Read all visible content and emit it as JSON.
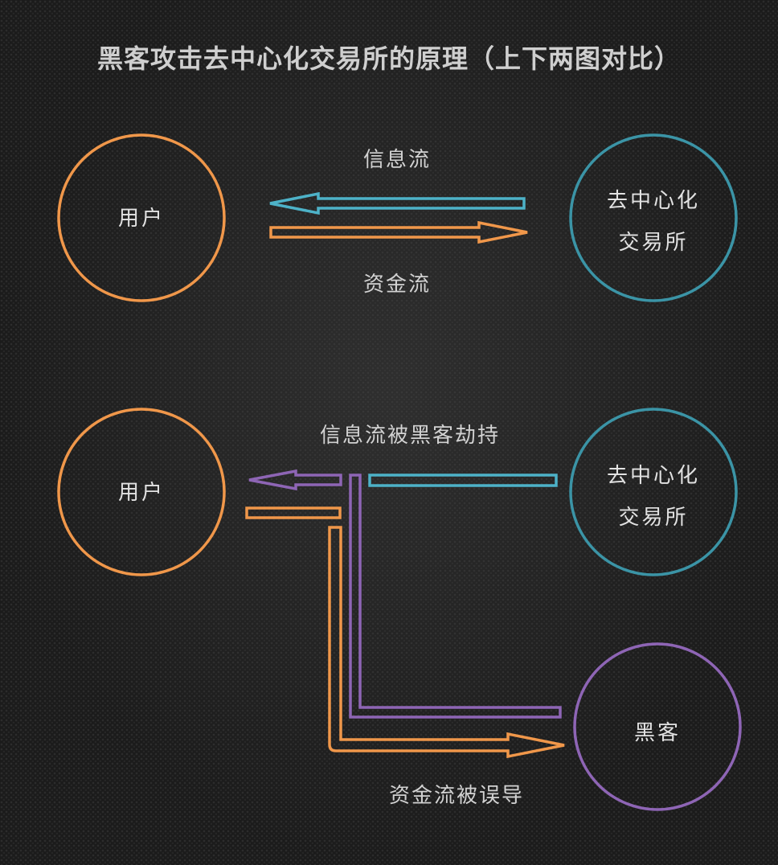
{
  "title": "黑客攻击去中心化交易所的原理（上下两图对比）",
  "colors": {
    "user": "#f0974a",
    "exchange": "#3b94a6",
    "hacker": "#8e65b5",
    "info_flow": "#4db2c8",
    "money_flow": "#f0974a",
    "hijacked_flow": "#8e65b5"
  },
  "top_diagram": {
    "user": "用户",
    "exchange_line1": "去中心化",
    "exchange_line2": "交易所",
    "info_flow_label": "信息流",
    "money_flow_label": "资金流"
  },
  "bottom_diagram": {
    "user": "用户",
    "exchange_line1": "去中心化",
    "exchange_line2": "交易所",
    "hacker": "黑客",
    "info_hijacked_label": "信息流被黑客劫持",
    "money_misled_label": "资金流被误导"
  }
}
